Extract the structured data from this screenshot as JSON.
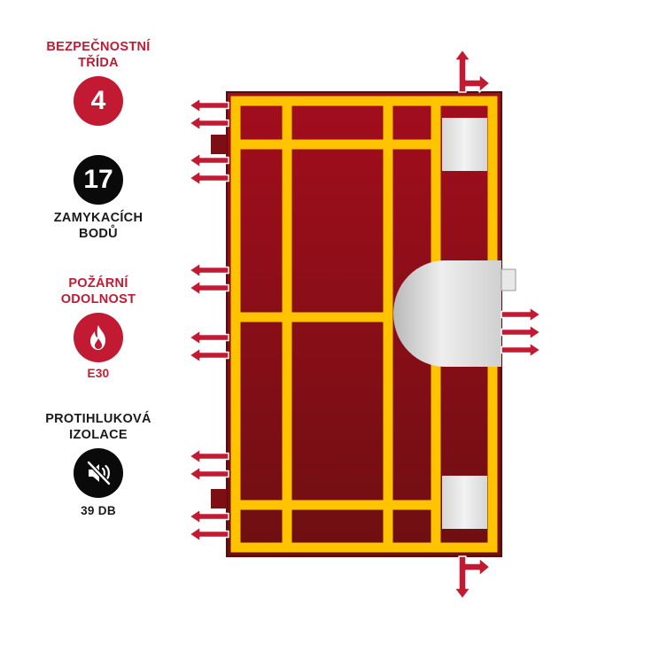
{
  "features": [
    {
      "id": "security-class",
      "title_lines": [
        "BEZPEČNOSTNÍ",
        "TŘÍDA"
      ],
      "badge_text": "4",
      "color": "#c21a32"
    },
    {
      "id": "locking-points",
      "badge_text": "17",
      "caption_lines": [
        "ZAMYKACÍCH",
        "BODŮ"
      ],
      "color": "#0a0a0a"
    },
    {
      "id": "fire-resistance",
      "title_lines": [
        "POŽÁRNÍ",
        "ODOLNOST"
      ],
      "icon": "flame-icon",
      "value": "E30",
      "color": "#c21a32"
    },
    {
      "id": "noise-insulation",
      "title_lines": [
        "PROTIHLUKOVÁ",
        "IZOLACE"
      ],
      "icon": "speaker-muted-icon",
      "value": "39 DB",
      "color": "#0a0a0a"
    }
  ],
  "colors": {
    "door_top": "#a30d1d",
    "door_bottom": "#6e0f12",
    "frame_lines": "#ffc300",
    "lock_gray": "#d4d4d4",
    "arrow_red": "#c21a32"
  }
}
